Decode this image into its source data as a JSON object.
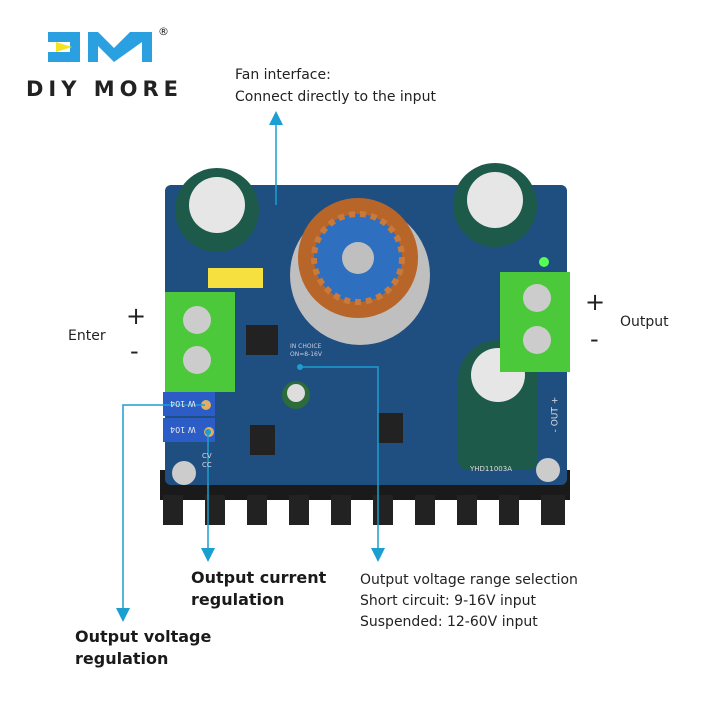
{
  "logo": {
    "text": "DIY MORE",
    "mark": "DM",
    "registered": "®",
    "colors": {
      "blue": "#2aa0e0",
      "yellow": "#f5e323"
    }
  },
  "annotations": {
    "fan": {
      "line1": "Fan interface:",
      "line2": "Connect directly to the input"
    },
    "input": {
      "label": "Enter",
      "plus": "+",
      "minus": "-"
    },
    "output": {
      "label": "Output",
      "plus": "+",
      "minus": "-"
    },
    "current": {
      "line1": "Output current",
      "line2": "regulation"
    },
    "voltage": {
      "line1": "Output voltage",
      "line2": "regulation"
    },
    "range": {
      "line1": "Output voltage range selection",
      "line2": "Short circuit: 9-16V input",
      "line3": "Suspended: 12-60V input"
    }
  },
  "board": {
    "pot_labels": [
      "W 104",
      "W 104"
    ],
    "silk_choice": "IN CHOICE",
    "silk_range": "ON=8-16V",
    "silk_out": "- OUT +",
    "model": "YHD11003A",
    "cv": "CV",
    "cc": "CC"
  },
  "colors": {
    "arrow": "#1b9ed0",
    "pcb": "#1f4e80",
    "terminal": "#4cc93a"
  }
}
